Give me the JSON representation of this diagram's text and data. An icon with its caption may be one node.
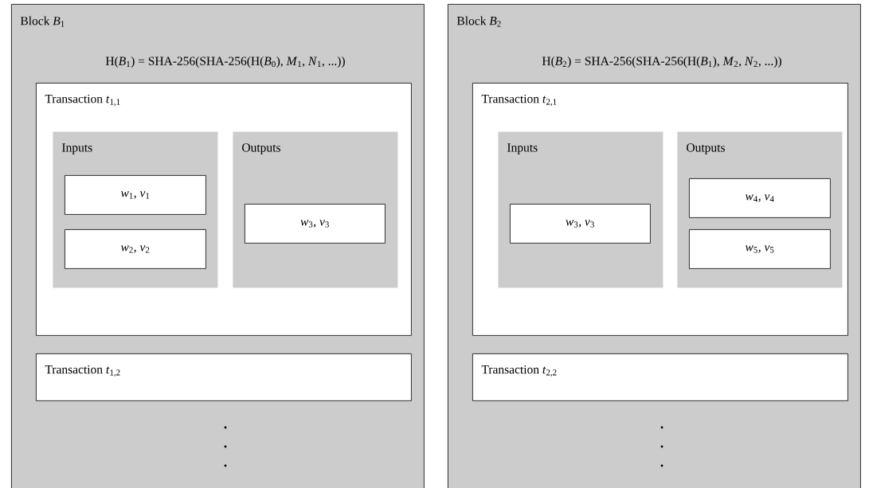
{
  "diagram": {
    "nodes": [
      {
        "text": [
          "Block *B*$_{1}$",
          "H(*B*$_{1}$) = SHA-256(SHA-256(H(*B*$_{0}$), *M*$_{1}$, *N*$_{1}$, ...))"
        ]
      },
      {
        "text": [
          "Transaction *t*$_{1,1}$"
        ],
        "in": 0
      },
      {
        "text": [
          "Inputs"
        ],
        "in": 1
      },
      {
        "text": [
          "*w*$_{1}$, *v*$_{1}$"
        ],
        "in": 2
      },
      {
        "text": [
          "*w*$_{2}$, *v*$_{2}$"
        ],
        "in": 2
      },
      {
        "text": [
          "Outputs"
        ],
        "in": 1
      },
      {
        "text": [
          "*w*$_{3}$, *v*$_{3}$"
        ],
        "in": 5
      },
      {
        "text": [
          "Transaction *t*$_{1,2}$"
        ],
        "in": 0
      },
      {
        "text": [
          "Block *B*$_{2}$",
          "H(*B*$_{2}$) = SHA-256(SHA-256(H(*B*$_{1}$), *M*$_{2}$, *N*$_{2}$, ...))"
        ]
      },
      {
        "text": [
          "Transaction *t*$_{2,1}$"
        ],
        "in": 8
      },
      {
        "text": [
          "Inputs"
        ],
        "in": 9
      },
      {
        "text": [
          "*w*$_{3}$, *v*$_{3}$"
        ],
        "in": 10
      },
      {
        "text": [
          "Outputs"
        ],
        "in": 9
      },
      {
        "text": [
          "*w*$_{4}$, *v*$_{4}$"
        ],
        "in": 12
      },
      {
        "text": [
          "*w*$_{5}$, *v*$_{5}$"
        ],
        "in": 12
      },
      {
        "text": [
          "Transaction *t*$_{2,2}$"
        ],
        "in": 8
      }
    ]
  }
}
